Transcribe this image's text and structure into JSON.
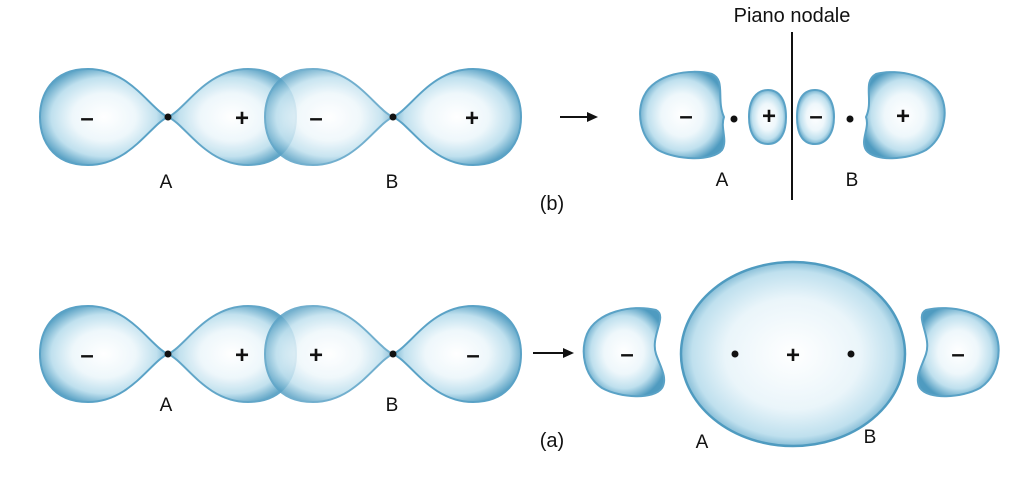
{
  "colors": {
    "lobe_center": "#ffffff",
    "lobe_mid": "#bfe0ee",
    "lobe_edge": "#4f9bc0",
    "ink": "#111111"
  },
  "panel_b": {
    "caption": "(b)",
    "left_overlap": {
      "signs": [
        "–",
        "+",
        "–",
        "+"
      ],
      "nucleus_labels": [
        "A",
        "B"
      ]
    },
    "result": {
      "signs": [
        "–",
        "+",
        "–",
        "+"
      ],
      "nucleus_labels": [
        "A",
        "B"
      ],
      "nodal_plane_label": "Piano nodale"
    }
  },
  "panel_a": {
    "caption": "(a)",
    "left_overlap": {
      "signs": [
        "–",
        "+",
        "+",
        "–"
      ],
      "nucleus_labels": [
        "A",
        "B"
      ]
    },
    "result": {
      "signs": [
        "–",
        "+",
        "–"
      ],
      "nucleus_labels": [
        "A",
        "B"
      ]
    }
  },
  "arrows": [
    "arrow-icon",
    "arrow-icon"
  ]
}
